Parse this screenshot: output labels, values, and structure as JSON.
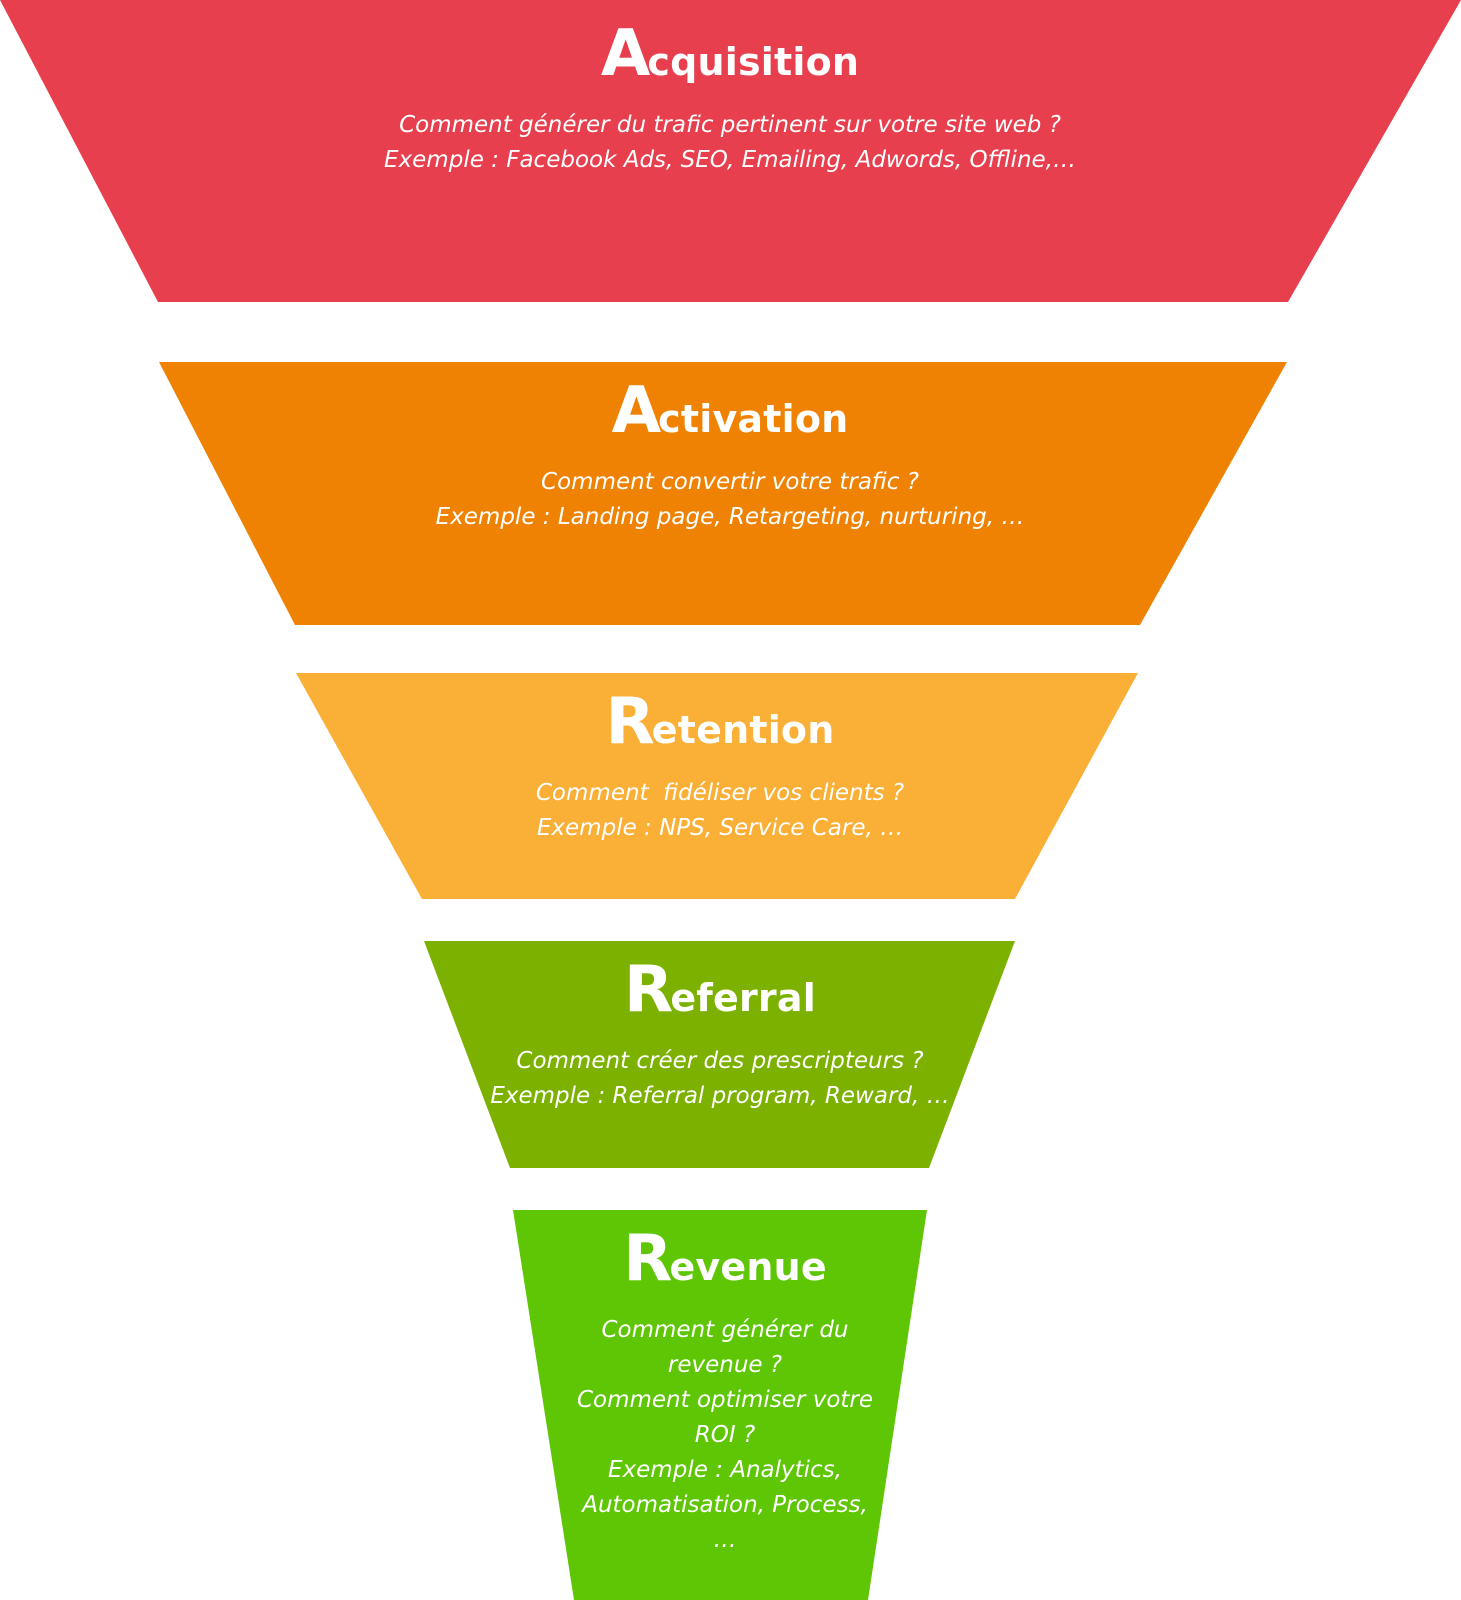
{
  "diagram": {
    "stages": [
      {
        "initial": "A",
        "rest": "cquisition",
        "lines": [
          "Comment générer du trafic pertinent sur votre site web ?",
          "Exemple : Facebook Ads, SEO, Emailing, Adwords, Offline,…"
        ],
        "color": "#E73F4E"
      },
      {
        "initial": "A",
        "rest": "ctivation",
        "lines": [
          "Comment convertir votre trafic ?",
          "Exemple : Landing page, Retargeting, nurturing, …"
        ],
        "color": "#F08203"
      },
      {
        "initial": "R",
        "rest": "etention",
        "lines": [
          "Comment  fidéliser vos clients ?",
          "Exemple : NPS, Service Care, …"
        ],
        "color": "#FAAF36"
      },
      {
        "initial": "R",
        "rest": "eferral",
        "lines": [
          "Comment créer des prescripteurs ?",
          "Exemple : Referral program, Reward, …"
        ],
        "color": "#7DB100"
      },
      {
        "initial": "R",
        "rest": "evenue",
        "lines": [
          "Comment générer du",
          "revenue ?",
          "Comment optimiser votre",
          "ROI ?",
          "Exemple : Analytics,",
          "Automatisation, Process,",
          "…"
        ],
        "color": "#5EC604"
      }
    ]
  }
}
